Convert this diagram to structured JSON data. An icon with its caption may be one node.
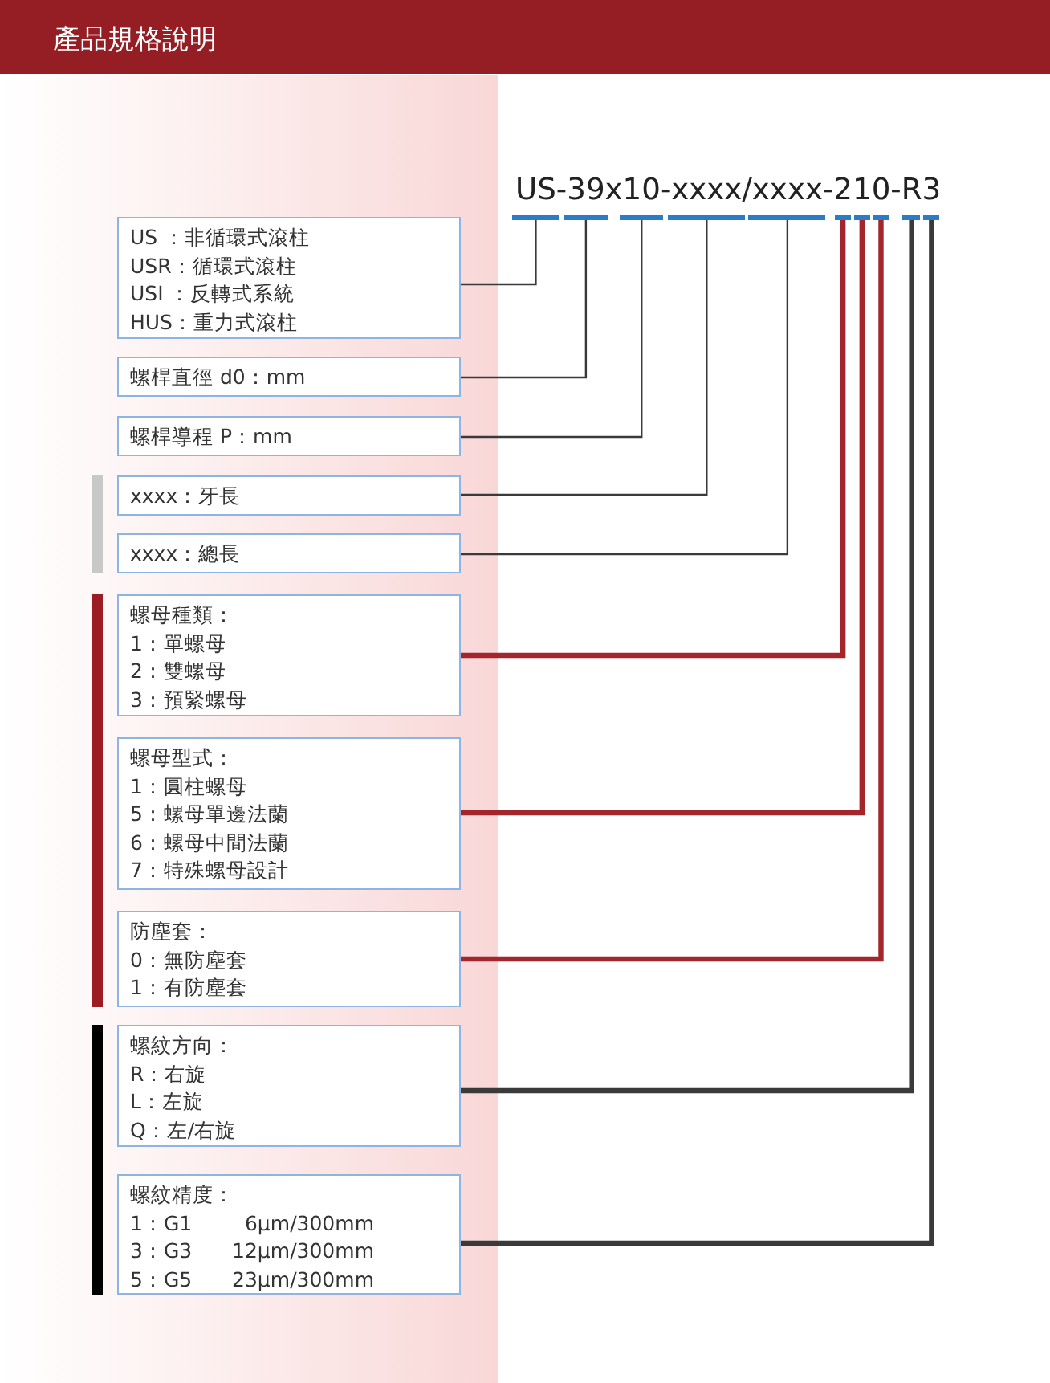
{
  "diagram": {
    "title": "產品規格說明",
    "nodes": [
      {
        "text": [],
        "shape": "bar"
      },
      {
        "text": [],
        "shape": "bar"
      },
      {
        "text": [],
        "shape": "bar"
      },
      {
        "text": [],
        "shape": "bar"
      },
      {
        "text": [],
        "shape": "bar"
      },
      {
        "text": [],
        "shape": "bar"
      },
      {
        "text": [],
        "shape": "bar"
      },
      {
        "text": [],
        "shape": "bar"
      },
      {
        "text": [],
        "shape": "bar"
      },
      {
        "text": [],
        "shape": "bar"
      },
      {
        "text": [
          "US ：非循環式滾柱",
          "USR：循環式滾柱",
          "USI ：反轉式系統",
          "HUS：重力式滾柱"
        ]
      },
      {
        "text": [
          "螺桿直徑 d0：mm"
        ]
      },
      {
        "text": [
          "螺桿導程 P：mm"
        ]
      },
      {
        "text": [
          "xxxx：牙長"
        ]
      },
      {
        "text": [
          "xxxx：總長"
        ]
      },
      {
        "text": [
          "螺母種類：",
          "1：單螺母",
          "2：雙螺母",
          "3：預緊螺母"
        ]
      },
      {
        "text": [
          "螺母型式：",
          "1：圓柱螺母",
          "5：螺母單邊法蘭",
          "6：螺母中間法蘭",
          "7：特殊螺母設計"
        ]
      },
      {
        "text": [
          "防塵套：",
          "0：無防塵套",
          "1：有防塵套"
        ]
      },
      {
        "text": [
          "螺紋方向：",
          "R：右旋",
          "L：左旋",
          "Q：左/右旋"
        ]
      },
      {
        "text": [
          "螺紋精度：",
          "1：G1",
          "6μm/300mm",
          "3：G3",
          "12μm/300mm",
          "5：G5",
          "23μm/300mm"
        ]
      }
    ],
    "edges": [
      {
        "from": 10,
        "to": 0,
        "arrow": "none"
      },
      {
        "from": 11,
        "to": 1,
        "arrow": "none"
      },
      {
        "from": 12,
        "to": 2,
        "arrow": "none"
      },
      {
        "from": 13,
        "to": 3,
        "arrow": "none"
      },
      {
        "from": 14,
        "to": 4,
        "arrow": "none"
      },
      {
        "from": 15,
        "to": 5,
        "arrow": "none",
        "style": "thick",
        "color": "#a3262c"
      },
      {
        "from": 16,
        "to": 6,
        "arrow": "none",
        "style": "thick",
        "color": "#a3262c"
      },
      {
        "from": 17,
        "to": 7,
        "arrow": "none",
        "style": "thick",
        "color": "#a3262c"
      },
      {
        "from": 18,
        "to": 8,
        "arrow": "none",
        "style": "thick"
      },
      {
        "from": 19,
        "to": 9,
        "arrow": "none",
        "style": "thick"
      }
    ],
    "labels": [
      "US-39x10-xxxx/xxxx-210-R3"
    ]
  }
}
